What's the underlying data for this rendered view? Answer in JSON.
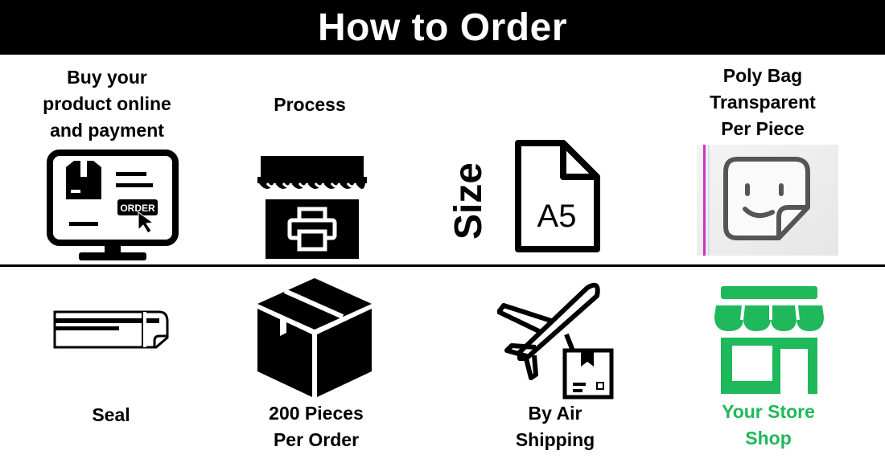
{
  "title": "How to Order",
  "steps": {
    "buy": {
      "label": "Buy your\nproduct online\nand payment",
      "badge": "ORDER"
    },
    "process": {
      "label": "Process"
    },
    "size": {
      "side_text": "Size",
      "paper_text": "A5"
    },
    "bag": {
      "label": "Poly Bag\nTransparent\nPer Piece"
    },
    "seal": {
      "label": "Seal"
    },
    "quantity": {
      "label": "200 Pieces\nPer Order"
    },
    "shipping": {
      "label": "By Air\nShipping"
    },
    "store": {
      "label": "Your Store\nShop"
    }
  },
  "colors": {
    "header_bg": "#000000",
    "accent_green": "#1fb85a",
    "bag_stripe": "#cc33cc"
  },
  "icons": [
    "monitor-order-icon",
    "shop-printer-icon",
    "document-a5-icon",
    "sticker-smile-icon",
    "seal-strip-icon",
    "box-icon",
    "airplane-box-icon",
    "store-icon"
  ]
}
